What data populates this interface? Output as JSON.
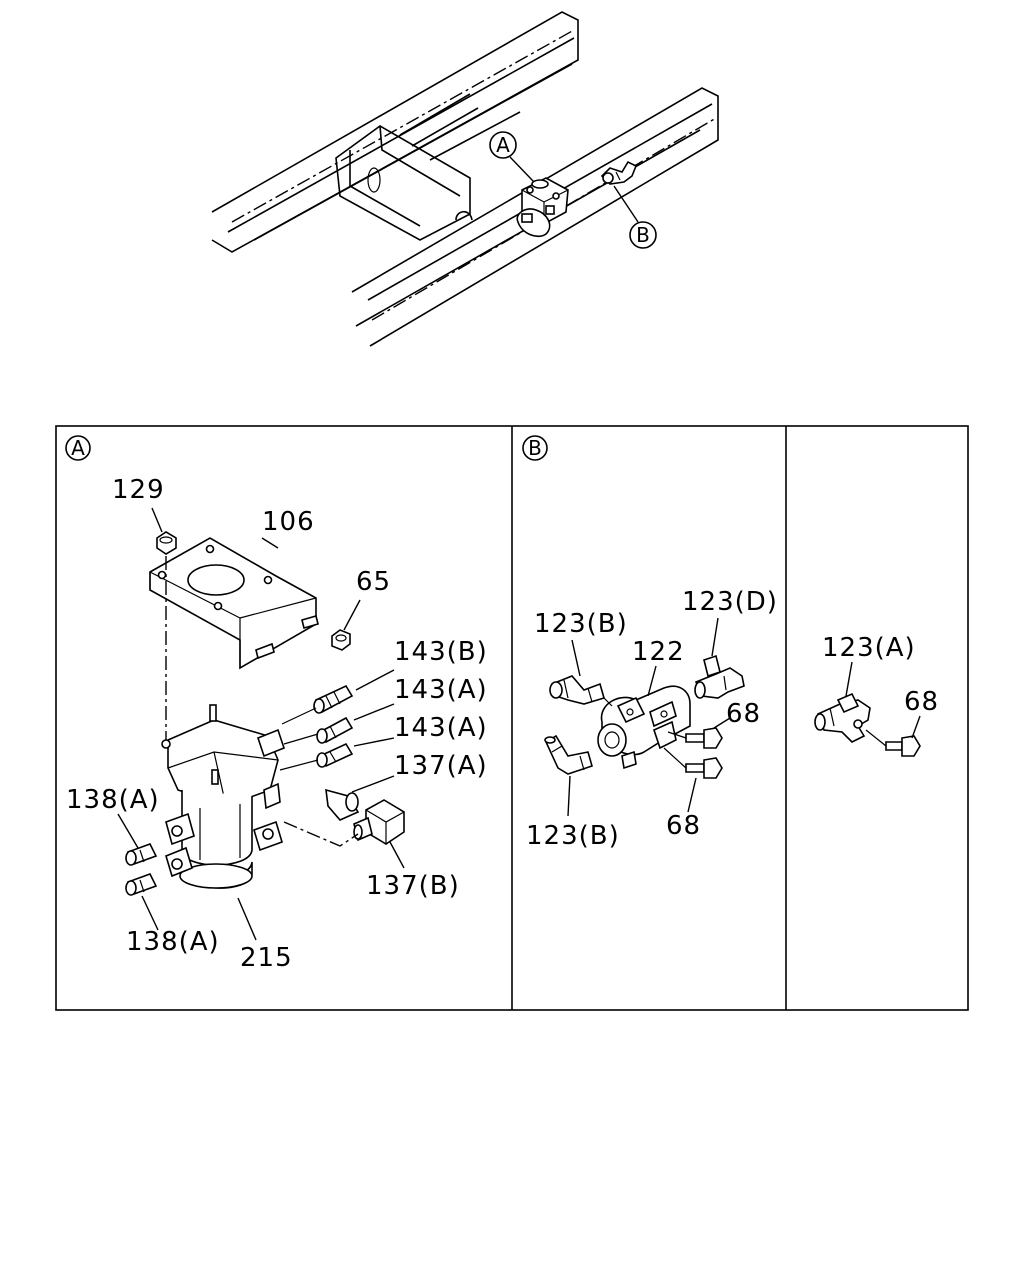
{
  "overview": {
    "callouts": [
      {
        "id": "A",
        "text": "A"
      },
      {
        "id": "B",
        "text": "B"
      }
    ]
  },
  "panel_a": {
    "marker": "A",
    "labels": {
      "l129": "129",
      "l106": "106",
      "l65": "65",
      "l143b": "143(B)",
      "l143a_1": "143(A)",
      "l143a_2": "143(A)",
      "l137a": "137(A)",
      "l138a_1": "138(A)",
      "l138a_2": "138(A)",
      "l137b": "137(B)",
      "l215": "215"
    }
  },
  "panel_b": {
    "marker": "B",
    "labels": {
      "l123b_1": "123(B)",
      "l122": "122",
      "l123d": "123(D)",
      "l68_1": "68",
      "l68_2": "68",
      "l123b_2": "123(B)"
    }
  },
  "panel_c": {
    "labels": {
      "l123a": "123(A)",
      "l68": "68"
    }
  }
}
